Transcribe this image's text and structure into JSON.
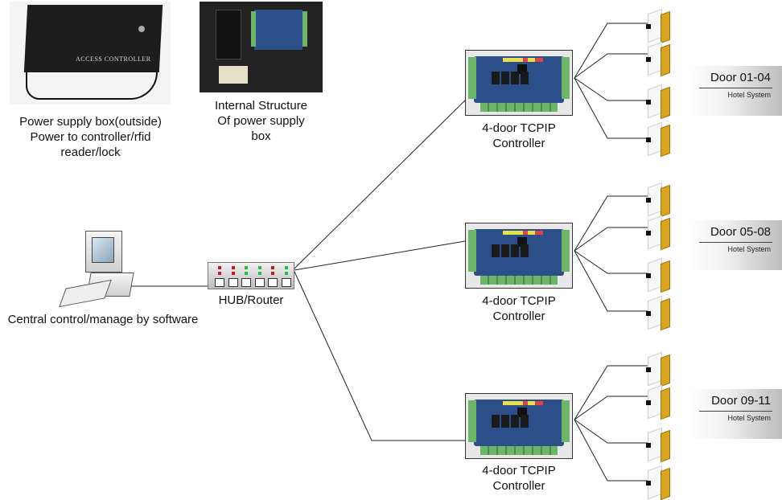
{
  "power_supply_box": {
    "photo_caption": "ACCESS CONTROLLER",
    "label_lines": [
      "Power supply box(outside)",
      "Power to controller/rfid",
      "reader/lock"
    ]
  },
  "internal_structure": {
    "label_lines": [
      "Internal Structure",
      "Of power supply",
      "box"
    ]
  },
  "computer": {
    "label": "Central control/manage by software"
  },
  "hub": {
    "label": "HUB/Router",
    "port_count": 6,
    "led_colors": [
      "#c0192c",
      "#c0192c",
      "#22c03a",
      "#22c03a",
      "#c0192c",
      "#22c03a"
    ]
  },
  "controllers": [
    {
      "label_line1": "4-door TCPIP",
      "label_line2": "Controller"
    },
    {
      "label_line1": "4-door TCPIP",
      "label_line2": "Controller"
    },
    {
      "label_line1": "4-door TCPIP",
      "label_line2": "Controller"
    }
  ],
  "door_groups": [
    {
      "title": "Door 01-04",
      "subtitle": "Hotel System",
      "door_count": 4
    },
    {
      "title": "Door 05-08",
      "subtitle": "Hotel System",
      "door_count": 4
    },
    {
      "title": "Door 09-11",
      "subtitle": "Hotel System",
      "door_count": 4
    }
  ],
  "colors": {
    "door_leaf": "#d9a520",
    "board": "#2c4f8a",
    "terminal": "#6db36a",
    "wire": "#222222"
  }
}
